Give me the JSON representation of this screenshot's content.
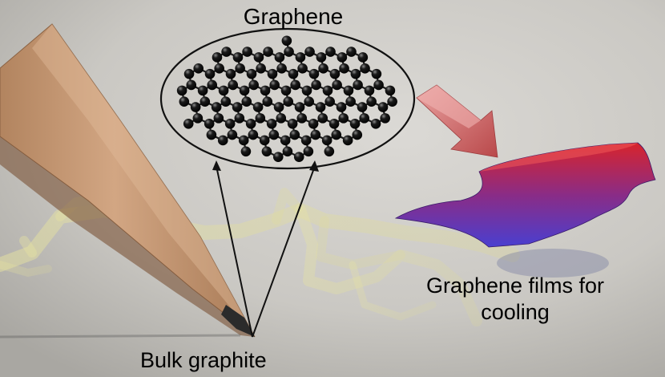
{
  "labels": {
    "top": "Graphene",
    "right_line1": "Graphene films for",
    "right_line2": "cooling",
    "bottom": "Bulk graphite"
  },
  "colors": {
    "background": "#cfcdc9",
    "pencil_wood": "#c79a76",
    "film_top": "#d8242c",
    "film_bottom": "#4a3fd0",
    "arrow": "#d97b7b",
    "atom": "#111111"
  }
}
